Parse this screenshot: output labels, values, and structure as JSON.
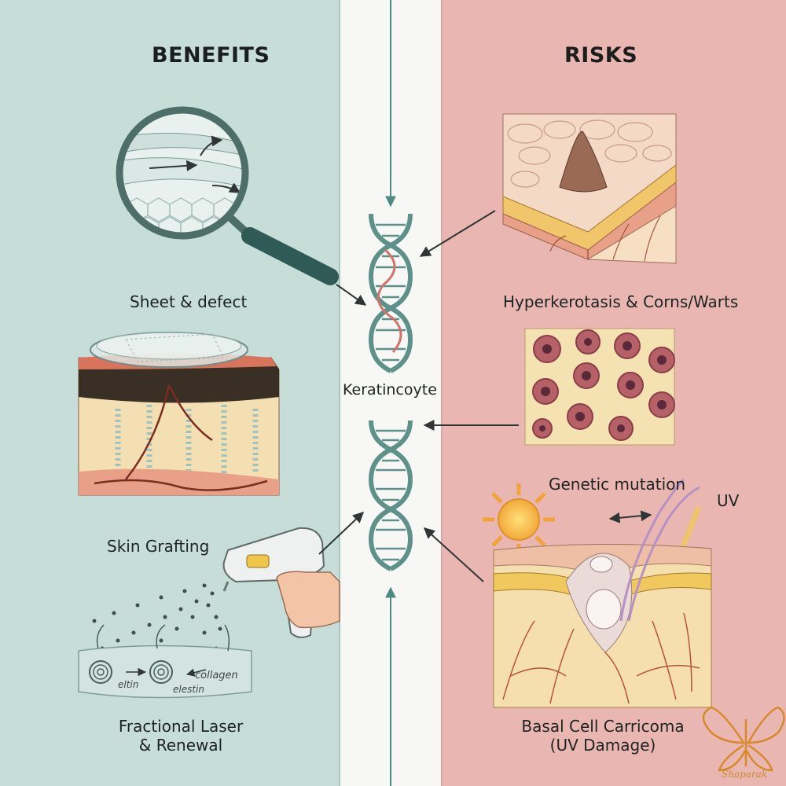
{
  "headings": {
    "benefits": "BENEFITS",
    "risks": "RISKS"
  },
  "center": {
    "label": "Keratincoyte"
  },
  "benefits": {
    "sheet": "Sheet & defect",
    "grafting": "Skin Grafting",
    "laser_line1": "Fractional Laser",
    "laser_line2": "& Renewal",
    "fiber_labels": {
      "elastin_a": "eltin",
      "elastin_b": "elestin",
      "collagen": "collagen"
    }
  },
  "risks": {
    "hyper": "Hyperkerotasis & Corns/Warts",
    "genetic": "Genetic mutation",
    "uv": "UV",
    "bcc_line1": "Basal Cell Carricoma",
    "bcc_line2": "(UV Damage)"
  },
  "signature": "Shaparak",
  "colors": {
    "benefits_bg": "#c7ddd8",
    "risks_bg": "#eab6b1",
    "center_bg": "#f7f8f6",
    "dna": "#5d9189",
    "arrow": "#2f3635"
  },
  "icons": [
    "magnifier-icon",
    "dna-helix-icon",
    "sun-icon",
    "laser-device-icon",
    "butterfly-logo-icon"
  ]
}
